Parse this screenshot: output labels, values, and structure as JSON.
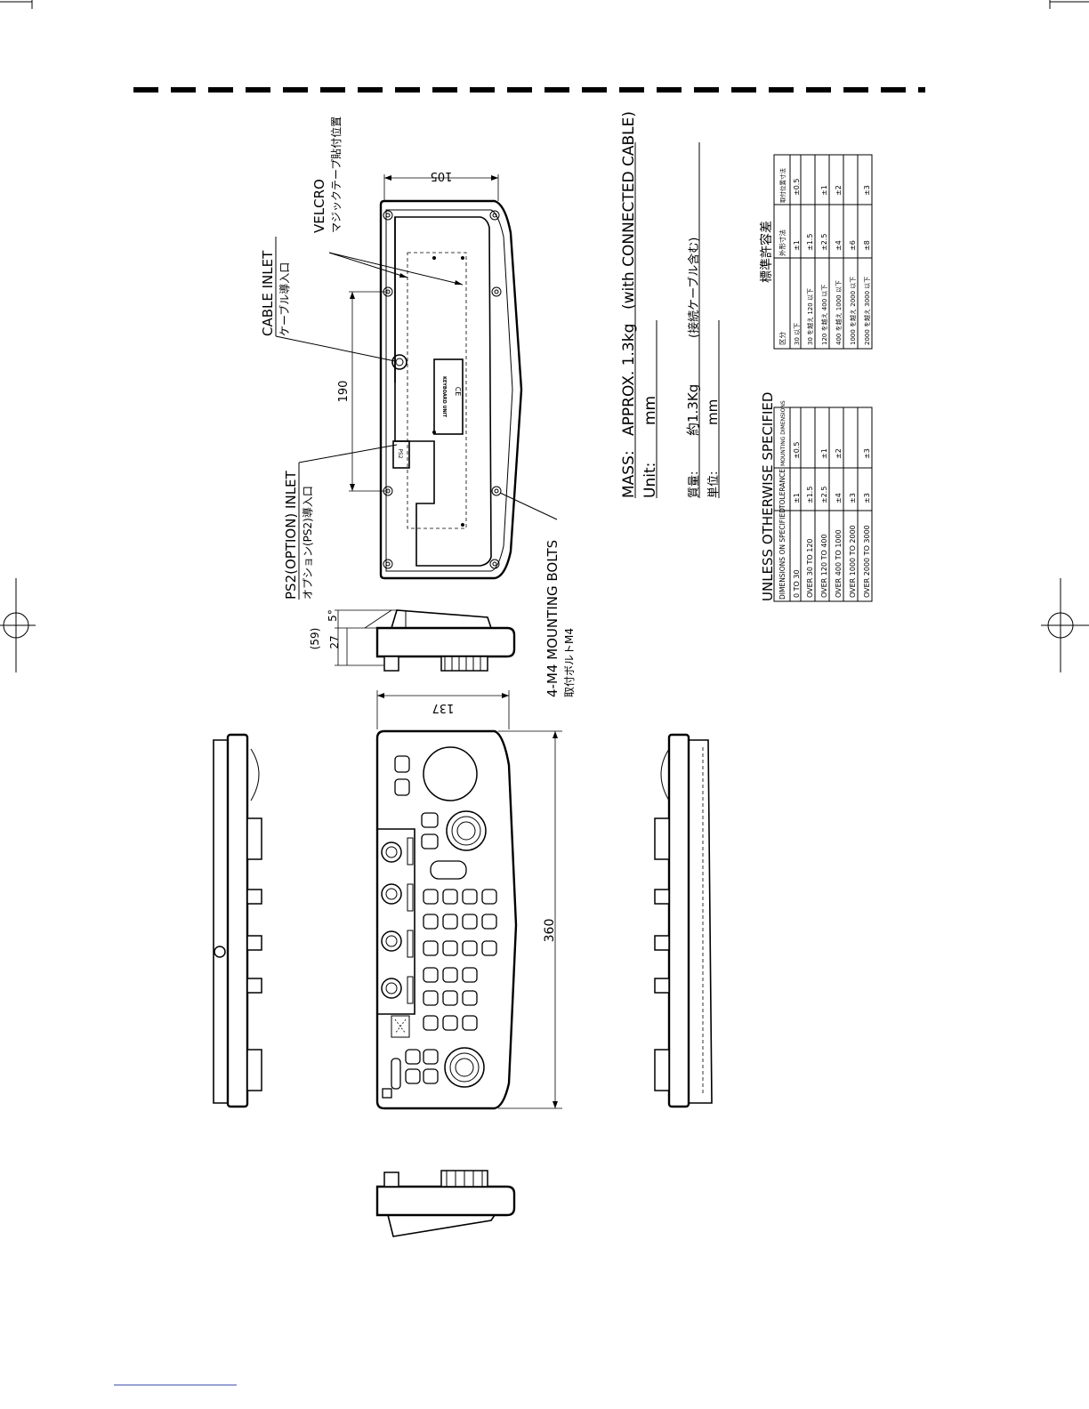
{
  "drawing": {
    "dimensions": {
      "d105": "105",
      "d190": "190",
      "d59": "(59)",
      "d27": "27",
      "d5": "5°",
      "d137": "137",
      "d360": "360"
    },
    "callouts": {
      "velcro_en": "VELCRO",
      "velcro_jp": "マジックテープ貼付位置",
      "cable_en": "CABLE INLET",
      "cable_jp": "ケーブル導入口",
      "ps2_en": "PS2(OPTION) INLET",
      "ps2_jp": "オプション(PS2)導入口",
      "bolts_en": "4-M4 MOUNTING BOLTS",
      "bolts_jp": "取付ボルトM4"
    },
    "nameplate": {
      "title": "KEYBOARD UNIT",
      "marks": "CE"
    },
    "ps2_port": "PS2",
    "mass": {
      "mass_label": "MASS:",
      "mass_value": "APPROX. 1.3kg",
      "mass_note": "(with CONNECTED CABLE)",
      "unit_label": "Unit:",
      "unit_value": "mm",
      "jp_mass_label": "質量:",
      "jp_mass_value": "約1.3Kg",
      "jp_mass_note": "(接続ケーブル含む)",
      "jp_unit_label": "単位:",
      "jp_unit_value": "mm"
    },
    "tolerance_en": {
      "title": "UNLESS OTHERWISE SPECIFIED",
      "headers": [
        "DIMENSIONS ON SPECIFIED",
        "TOLERANCE",
        "MOUNTING DIMENSIONS"
      ],
      "rows": [
        [
          "0 TO 30",
          "±1",
          "±0.5"
        ],
        [
          "OVER 30 TO 120",
          "±1.5",
          ""
        ],
        [
          "OVER 120 TO 400",
          "±2.5",
          "±1"
        ],
        [
          "OVER 400 TO 1000",
          "±4",
          "±2"
        ],
        [
          "OVER 1000 TO 2000",
          "±3",
          ""
        ],
        [
          "OVER 2000 TO 3000",
          "±3",
          "±3"
        ]
      ]
    },
    "tolerance_jp": {
      "title": "標準許容差",
      "headers": [
        "区分",
        "外形寸法",
        "取付位置寸法"
      ],
      "rows": [
        [
          "30 以下",
          "±1",
          "±0.5"
        ],
        [
          "30 を越え 120 以下",
          "±1.5",
          ""
        ],
        [
          "120 を越え 400 以下",
          "±2.5",
          "±1"
        ],
        [
          "400 を越え 1000 以下",
          "±4",
          "±2"
        ],
        [
          "1000 を越え 2000 以下",
          "±6",
          ""
        ],
        [
          "2000 を越え 3000 以下",
          "±8",
          "±3"
        ]
      ]
    }
  }
}
